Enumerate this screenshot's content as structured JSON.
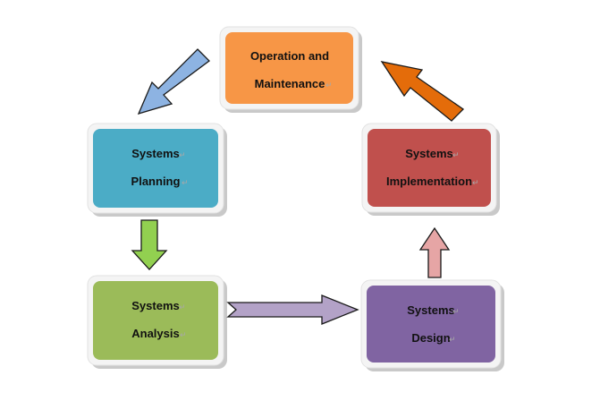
{
  "stages": {
    "operation": {
      "line1": "Operation and",
      "line2": "Maintenance",
      "color": "#f79646"
    },
    "planning": {
      "line1": "Systems",
      "line2": "Planning",
      "color": "#4bacc6"
    },
    "analysis": {
      "line1": "Systems",
      "line2": "Analysis",
      "color": "#9bbb59"
    },
    "design": {
      "line1": "Systems",
      "line2": "Design",
      "color": "#8064a2"
    },
    "implementation": {
      "line1": "Systems",
      "line2": "Implementation",
      "color": "#c0504d"
    }
  },
  "arrows": {
    "operation_to_planning": {
      "color": "#8db3e2",
      "icon": "arrow-down-left-icon"
    },
    "planning_to_analysis": {
      "color": "#92d050",
      "icon": "arrow-down-icon"
    },
    "analysis_to_design": {
      "color": "#b3a2c7",
      "icon": "arrow-right-icon"
    },
    "design_to_implementation": {
      "color": "#e6a5a5",
      "icon": "arrow-up-icon"
    },
    "implementation_to_operation": {
      "color": "#e46c0a",
      "icon": "arrow-up-left-icon"
    }
  },
  "paragraph_mark": "↵"
}
